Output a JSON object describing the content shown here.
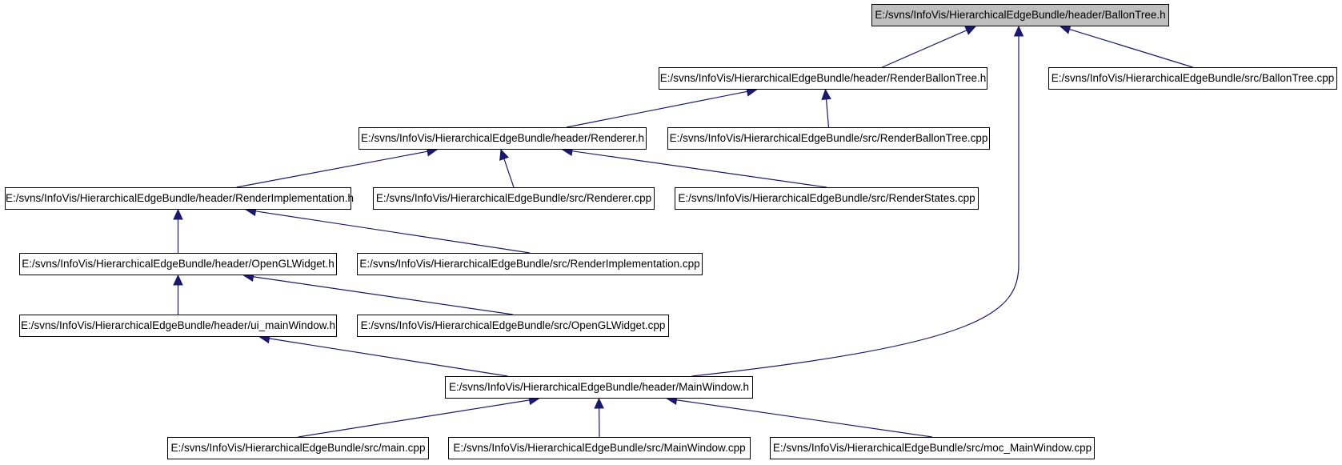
{
  "colors": {
    "edge": "#191970",
    "root_fill": "#bfbfbf",
    "node_fill": "#ffffff",
    "border": "#000000"
  },
  "nodes": {
    "balloontree_h": "E:/svns/InfoVis/HierarchicalEdgeBundle/header/BallonTree.h",
    "renderballontree_h": "E:/svns/InfoVis/HierarchicalEdgeBundle/header/RenderBallonTree.h",
    "balloontree_cpp": "E:/svns/InfoVis/HierarchicalEdgeBundle/src/BallonTree.cpp",
    "renderer_h": "E:/svns/InfoVis/HierarchicalEdgeBundle/header/Renderer.h",
    "renderballontree_cpp": "E:/svns/InfoVis/HierarchicalEdgeBundle/src/RenderBallonTree.cpp",
    "renderimplementation_h": "E:/svns/InfoVis/HierarchicalEdgeBundle/header/RenderImplementation.h",
    "renderer_cpp": "E:/svns/InfoVis/HierarchicalEdgeBundle/src/Renderer.cpp",
    "renderstates_cpp": "E:/svns/InfoVis/HierarchicalEdgeBundle/src/RenderStates.cpp",
    "openglwidget_h": "E:/svns/InfoVis/HierarchicalEdgeBundle/header/OpenGLWidget.h",
    "renderimplementation_cpp": "E:/svns/InfoVis/HierarchicalEdgeBundle/src/RenderImplementation.cpp",
    "ui_mainwindow_h": "E:/svns/InfoVis/HierarchicalEdgeBundle/header/ui_mainWindow.h",
    "openglwidget_cpp": "E:/svns/InfoVis/HierarchicalEdgeBundle/src/OpenGLWidget.cpp",
    "mainwindow_h": "E:/svns/InfoVis/HierarchicalEdgeBundle/header/MainWindow.h",
    "main_cpp": "E:/svns/InfoVis/HierarchicalEdgeBundle/src/main.cpp",
    "mainwindow_cpp": "E:/svns/InfoVis/HierarchicalEdgeBundle/src/MainWindow.cpp",
    "moc_mainwindow_cpp": "E:/svns/InfoVis/HierarchicalEdgeBundle/src/moc_MainWindow.cpp"
  },
  "edges": [
    {
      "from": "renderballontree_h",
      "to": "balloontree_h"
    },
    {
      "from": "balloontree_cpp",
      "to": "balloontree_h"
    },
    {
      "from": "mainwindow_h",
      "to": "balloontree_h"
    },
    {
      "from": "renderer_h",
      "to": "renderballontree_h"
    },
    {
      "from": "renderballontree_cpp",
      "to": "renderballontree_h"
    },
    {
      "from": "renderimplementation_h",
      "to": "renderer_h"
    },
    {
      "from": "renderer_cpp",
      "to": "renderer_h"
    },
    {
      "from": "renderstates_cpp",
      "to": "renderer_h"
    },
    {
      "from": "openglwidget_h",
      "to": "renderimplementation_h"
    },
    {
      "from": "renderimplementation_cpp",
      "to": "renderimplementation_h"
    },
    {
      "from": "ui_mainwindow_h",
      "to": "openglwidget_h"
    },
    {
      "from": "openglwidget_cpp",
      "to": "openglwidget_h"
    },
    {
      "from": "mainwindow_h",
      "to": "ui_mainwindow_h"
    },
    {
      "from": "main_cpp",
      "to": "mainwindow_h"
    },
    {
      "from": "mainwindow_cpp",
      "to": "mainwindow_h"
    },
    {
      "from": "moc_mainwindow_cpp",
      "to": "mainwindow_h"
    }
  ]
}
